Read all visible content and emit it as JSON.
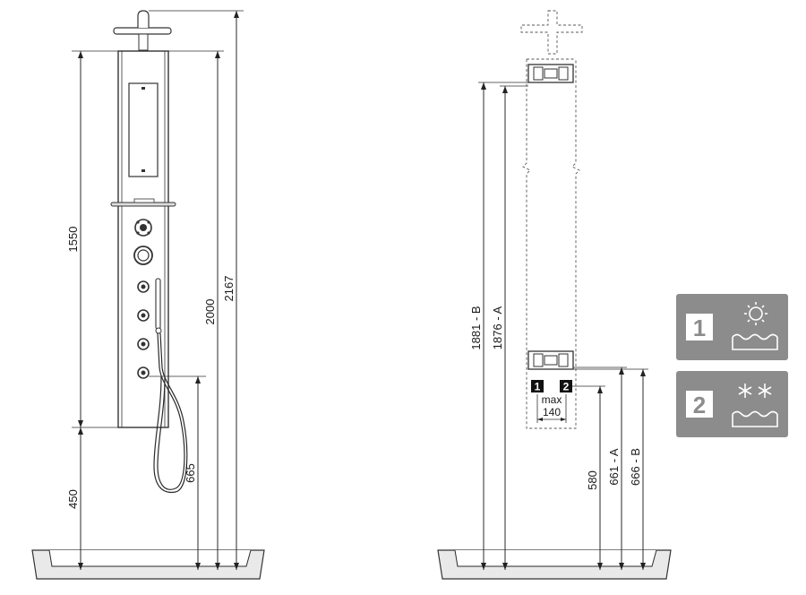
{
  "left_view": {
    "dimensions": {
      "upper_height": "1550",
      "lower_height": "450",
      "outlet_height": "665",
      "panel_height": "2000",
      "total_height": "2167"
    }
  },
  "right_view": {
    "dimensions": {
      "bracket_b": "1881 - B",
      "bracket_a": "1876 - A",
      "inlet_height": "580",
      "inlet_a": "661 - A",
      "inlet_b": "666 - B"
    },
    "inlet_labels": {
      "one": "1",
      "two": "2"
    },
    "spacing": {
      "max_label": "max",
      "value": "140"
    }
  },
  "legend": [
    {
      "number": "1",
      "icon": "sun-water-icon",
      "meaning": "hot"
    },
    {
      "number": "2",
      "icon": "snowflake-water-icon",
      "meaning": "cold"
    }
  ],
  "colors": {
    "legend_grey": "#8c8c8c",
    "line": "#2a2a2a",
    "badge_black": "#111111"
  }
}
